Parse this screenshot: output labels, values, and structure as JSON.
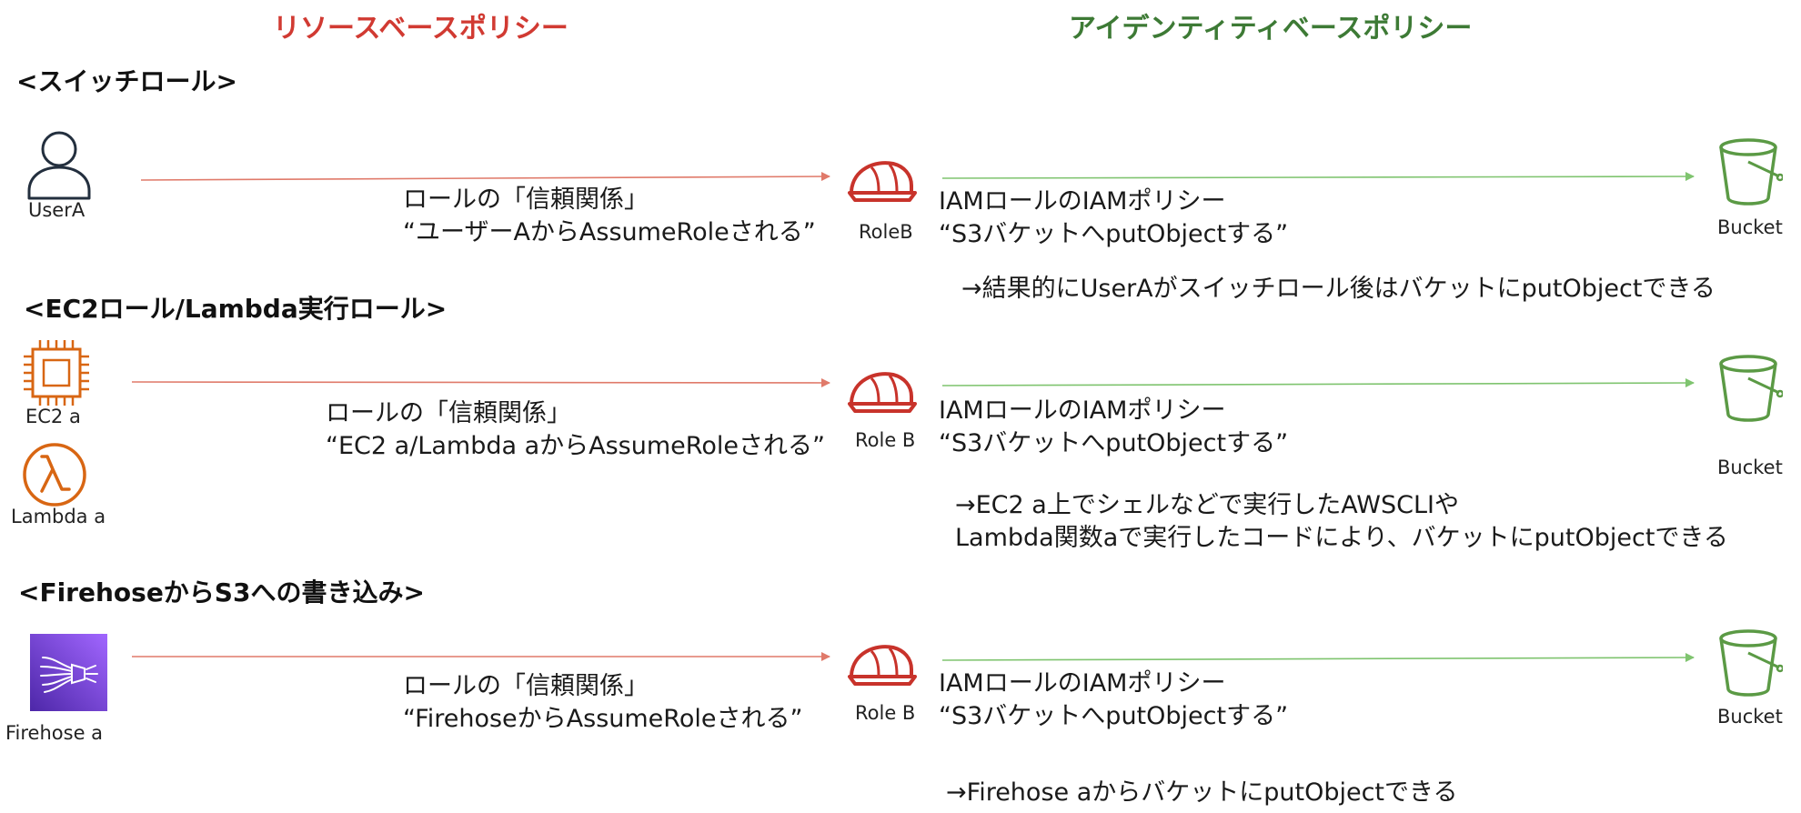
{
  "headers": {
    "resource_policy": "リソースベースポリシー",
    "identity_policy": "アイデンティティベースポリシー"
  },
  "colors": {
    "red": "#d13a32",
    "green": "#3d7a35",
    "arrow_red": "#e07a6a",
    "arrow_green": "#7fc46f",
    "role_red": "#c8332b",
    "bucket_green": "#5b9a45",
    "ec2_orange": "#d86613",
    "firehose_purple": "#8c4fff"
  },
  "sections": [
    {
      "title": "<スイッチロール>",
      "principals": [
        {
          "icon": "user-icon",
          "label": "UserA"
        }
      ],
      "trust_lines": [
        "ロールの「信頼関係」",
        "“ユーザーAからAssumeRoleされる”"
      ],
      "role_label": "RoleB",
      "policy_lines": [
        "IAMロールのIAMポリシー",
        "“S3バケットへputObjectする”"
      ],
      "bucket_label": "Bucket",
      "result_lines": [
        "→結果的にUserAがスイッチロール後はバケットにputObjectできる"
      ]
    },
    {
      "title": "<EC2ロール/Lambda実行ロール>",
      "principals": [
        {
          "icon": "ec2-chip-icon",
          "label": "EC2 a"
        },
        {
          "icon": "lambda-icon",
          "label": "Lambda a"
        }
      ],
      "trust_lines": [
        "ロールの「信頼関係」",
        "“EC2 a/Lambda aからAssumeRoleされる”"
      ],
      "role_label": "Role B",
      "policy_lines": [
        "IAMロールのIAMポリシー",
        "“S3バケットへputObjectする”"
      ],
      "bucket_label": "Bucket",
      "result_lines": [
        "→EC2 a上でシェルなどで実行したAWSCLIや",
        "Lambda関数aで実行したコードにより、バケットにputObjectできる"
      ]
    },
    {
      "title": "<FirehoseからS3への書き込み>",
      "principals": [
        {
          "icon": "firehose-icon",
          "label": "Firehose a"
        }
      ],
      "trust_lines": [
        "ロールの「信頼関係」",
        "“FirehoseからAssumeRoleされる”"
      ],
      "role_label": "Role B",
      "policy_lines": [
        "IAMロールのIAMポリシー",
        "“S3バケットへputObjectする”"
      ],
      "bucket_label": "Bucket",
      "result_lines": [
        "→Firehose aからバケットにputObjectできる"
      ]
    }
  ]
}
